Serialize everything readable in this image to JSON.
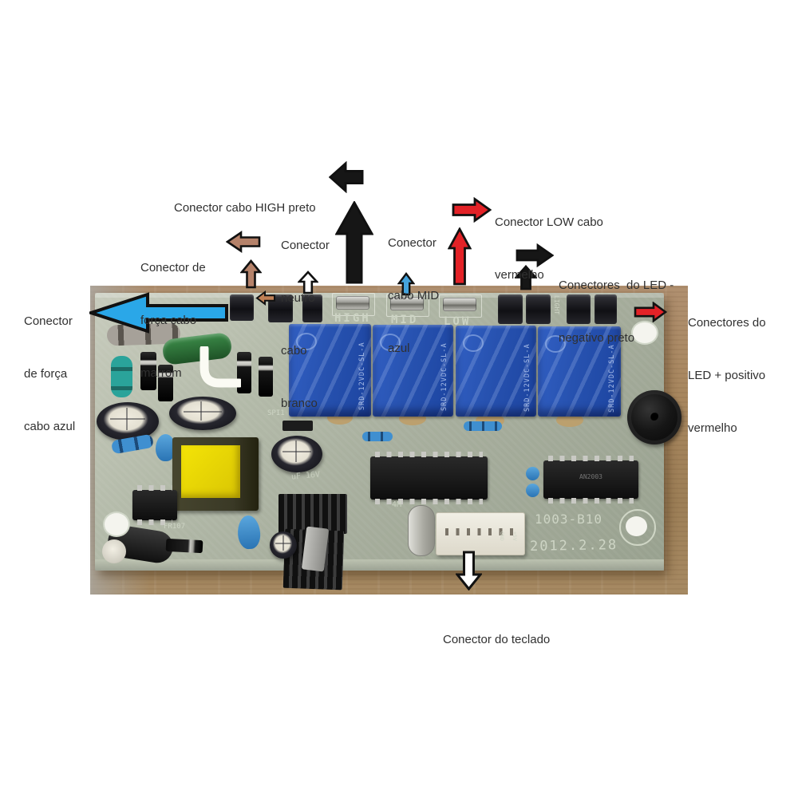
{
  "figure": {
    "description": "Annotated photo of an appliance control PCB with Portuguese connector labels",
    "palette": {
      "background": "#ffffff",
      "wood": "#a8875f",
      "pcb": "#aab2a1",
      "relay_blue": "#2752b0"
    }
  },
  "annotations": {
    "labels": [
      {
        "id": "cabo-high",
        "lines": [
          "Conector cabo HIGH preto"
        ]
      },
      {
        "id": "neutro",
        "lines": [
          "Conector",
          "neutro",
          "cabo",
          "branco"
        ]
      },
      {
        "id": "cabo-mid",
        "lines": [
          "Conector",
          "cabo MID",
          "azul"
        ]
      },
      {
        "id": "low-vermelho",
        "lines": [
          "Conector LOW cabo",
          "vermelho"
        ]
      },
      {
        "id": "led-negativo",
        "lines": [
          "Conectores  do LED -",
          "negativo preto"
        ]
      },
      {
        "id": "forca-marrom",
        "lines": [
          "Conector de",
          "força cabo",
          "marrom"
        ]
      },
      {
        "id": "forca-azul",
        "lines": [
          "Conector",
          "de força",
          "cabo azul"
        ]
      },
      {
        "id": "led-positivo",
        "lines": [
          "Conectores do",
          "LED + positivo",
          "vermelho"
        ]
      },
      {
        "id": "teclado",
        "lines": [
          "Conector do teclado"
        ]
      }
    ],
    "arrows": [
      {
        "name": "power-blue-left",
        "color": "#2aa7e8"
      },
      {
        "name": "brown-left",
        "color": "#b5826a"
      },
      {
        "name": "brown-up",
        "color": "#b5826a"
      },
      {
        "name": "brown-board-left",
        "color": "#c08055"
      },
      {
        "name": "white-up",
        "color": "#ffffff"
      },
      {
        "name": "black-big-up",
        "color": "#161616"
      },
      {
        "name": "black-left",
        "color": "#161616"
      },
      {
        "name": "blue-up",
        "color": "#45a3dc"
      },
      {
        "name": "red-right",
        "color": "#e32227"
      },
      {
        "name": "red-up",
        "color": "#e32227"
      },
      {
        "name": "black-right",
        "color": "#161616"
      },
      {
        "name": "black-up-small",
        "color": "#161616"
      },
      {
        "name": "red-right-small",
        "color": "#e32227"
      },
      {
        "name": "white-down",
        "color": "#ffffff"
      }
    ]
  },
  "board": {
    "silkscreen": {
      "high": "HIGH",
      "mid": "MID",
      "low": "LOW",
      "light": "LIGHT",
      "crystal_freq": "4M",
      "spi": "SPI1",
      "cap_rating": "uF 16V",
      "diode": "FR107",
      "gnd": "GND",
      "v5": "+5V",
      "model": "1003-B10",
      "date": "2012.2.28"
    },
    "relay_marking": "SRD-12VDC-SL-A",
    "ic2_marking": "AN2003"
  }
}
